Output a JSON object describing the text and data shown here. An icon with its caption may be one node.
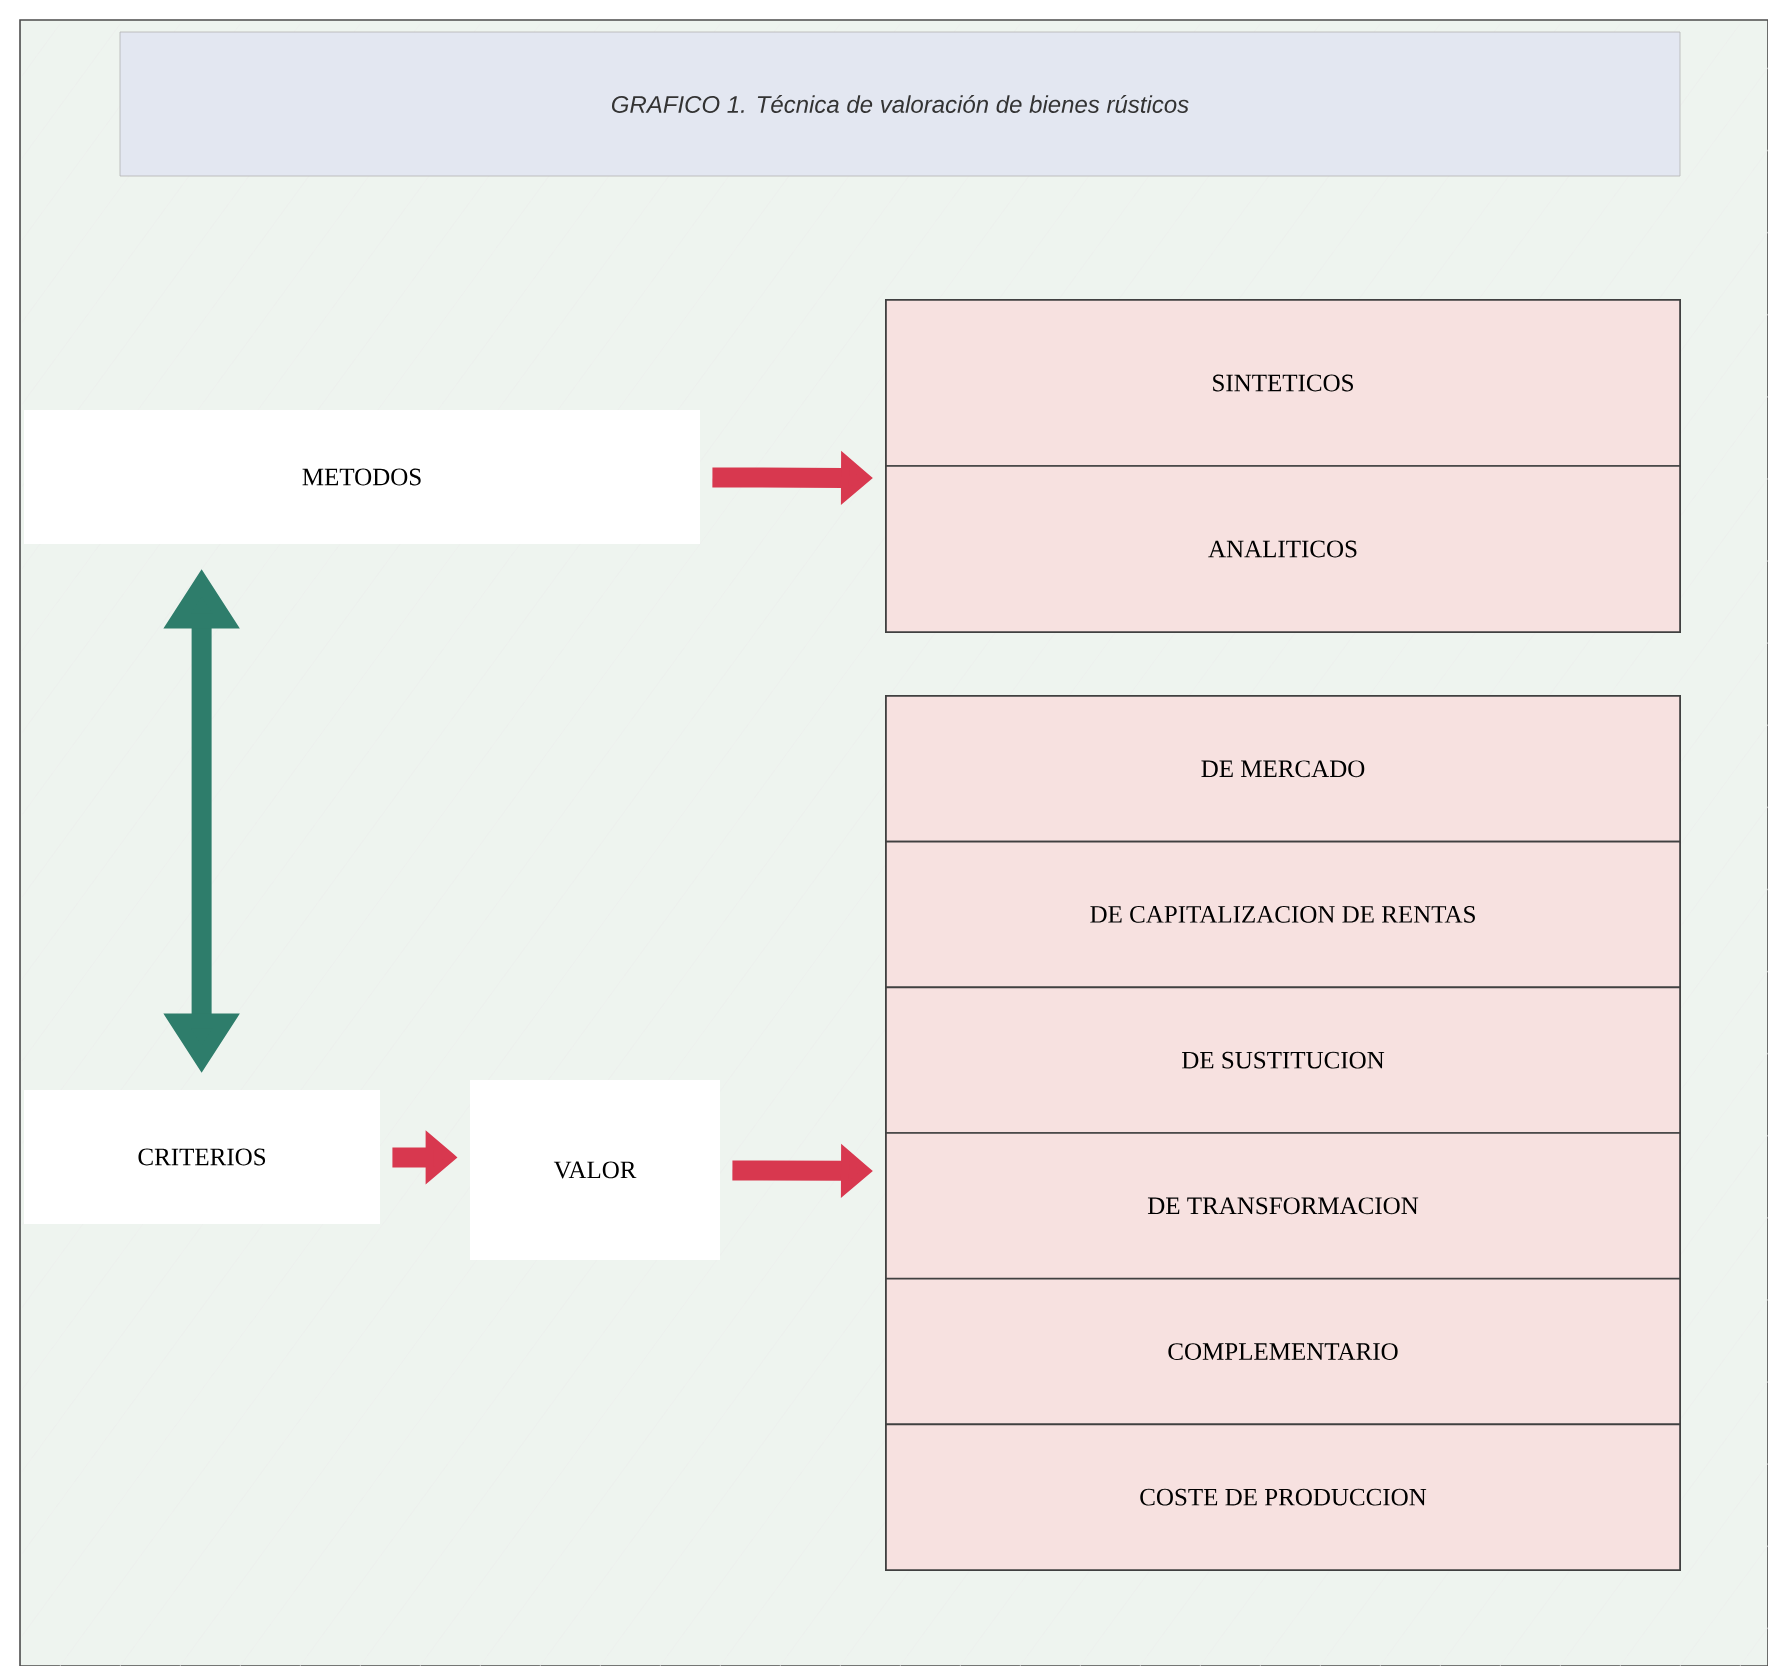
{
  "diagram": {
    "title": "GRAFICO 1. Técnica de valoración de bienes rústicos",
    "nodes": [
      {
        "text": [
          "METODOS"
        ]
      },
      {
        "text": [],
        "shape": "box"
      },
      {
        "text": [
          "SINTETICOS"
        ],
        "in": 1
      },
      {
        "text": [
          "ANALITICOS"
        ],
        "in": 1
      },
      {
        "text": [
          "CRITERIOS"
        ]
      },
      {
        "text": [
          "VALOR"
        ]
      },
      {
        "text": [],
        "shape": "box"
      },
      {
        "text": [
          "DE MERCADO"
        ],
        "in": 6
      },
      {
        "text": [
          "DE CAPITALIZACION DE RENTAS"
        ],
        "in": 6
      },
      {
        "text": [
          "DE SUSTITUCION"
        ],
        "in": 6
      },
      {
        "text": [
          "DE TRANSFORMACION"
        ],
        "in": 6
      },
      {
        "text": [
          "COMPLEMENTARIO"
        ],
        "in": 6
      },
      {
        "text": [
          "COSTE DE PRODUCCION"
        ],
        "in": 6
      }
    ],
    "edges": [
      {
        "from": 0,
        "to": 1,
        "arrow": "to"
      },
      {
        "from": 0,
        "to": 4,
        "arrow": "both",
        "color": "#2e7d6b"
      },
      {
        "from": 4,
        "to": 5,
        "arrow": "to"
      },
      {
        "from": 5,
        "to": 6,
        "arrow": "to"
      }
    ]
  }
}
